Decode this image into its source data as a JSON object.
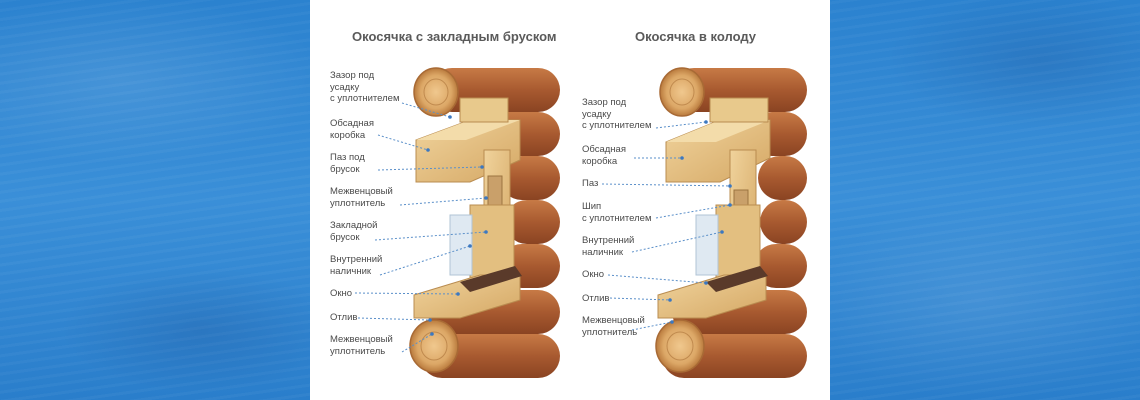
{
  "diagrams": [
    {
      "title": "Окосячка с закладным бруском",
      "labels": [
        "Зазор под\nусадку\nс уплотнителем",
        "Обсадная\nкоробка",
        "Паз под\nбрусок",
        "Межвенцовый\nуплотнитель",
        "Закладной\nбрусок",
        "Внутренний\nналичник",
        "Окно",
        "Отлив",
        "Межвенцовый\nуплотнитель"
      ]
    },
    {
      "title": "Окосячка в колоду",
      "labels": [
        "Зазор под\nусадку\nс уплотнителем",
        "Обсадная\nкоробка",
        "Паз",
        "Шип\nс уплотнителем",
        "Внутренний\nналичник",
        "Окно",
        "Отлив",
        "Межвенцовый\nуплотнитель"
      ]
    }
  ],
  "colors": {
    "background": "#2f86d2",
    "panel": "#ffffff",
    "log_bark": "#b5673a",
    "log_end": "#e3b57c",
    "timber": "#e6c487",
    "leader_line": "#5a8fc9"
  }
}
